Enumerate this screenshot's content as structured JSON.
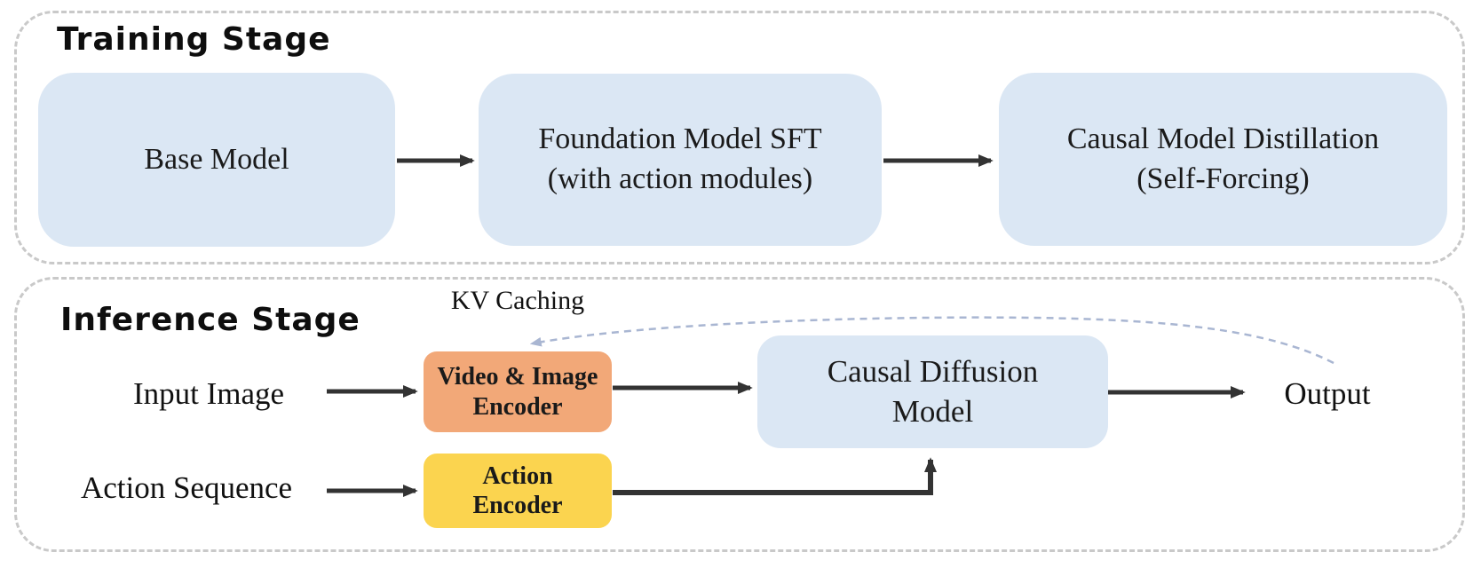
{
  "stages": {
    "training": {
      "title": "Training Stage",
      "boxes": [
        {
          "name": "base-model",
          "lines": [
            "Base Model"
          ]
        },
        {
          "name": "foundation-sft",
          "lines": [
            "Foundation Model SFT",
            "(with action modules)"
          ]
        },
        {
          "name": "causal-distillation",
          "lines": [
            "Causal Model Distillation",
            "(Self-Forcing)"
          ]
        }
      ]
    },
    "inference": {
      "title": "Inference Stage",
      "kv_caching_label": "KV Caching",
      "inputs": {
        "image": "Input Image",
        "actions": "Action Sequence"
      },
      "encoders": {
        "video_image": {
          "lines": [
            "Video & Image",
            "Encoder"
          ]
        },
        "action": {
          "lines": [
            "Action",
            "Encoder"
          ]
        }
      },
      "model": {
        "lines": [
          "Causal Diffusion",
          "Model"
        ]
      },
      "output_label": "Output"
    }
  },
  "colors": {
    "box_blue": "#dbe7f4",
    "encoder_orange": "#f2a878",
    "encoder_yellow": "#fbd44f",
    "panel_border": "#c9c9c9",
    "arrow": "#333333",
    "kv_curve": "#a9b6d2"
  }
}
